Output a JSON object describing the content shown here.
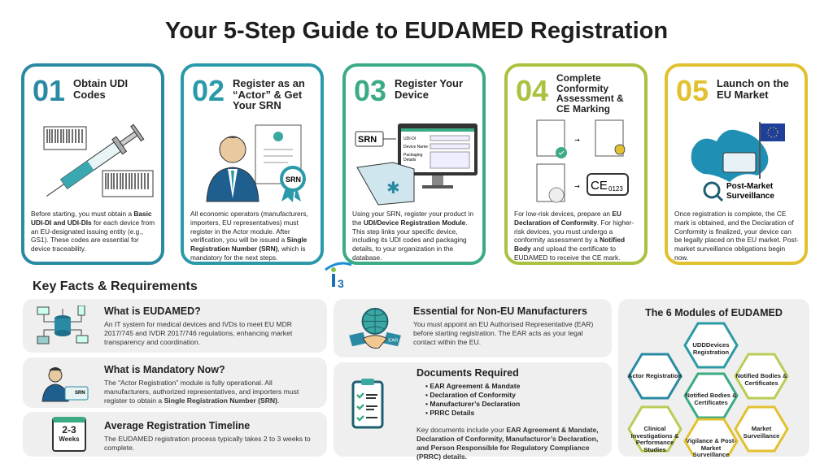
{
  "title": "Your 5-Step Guide to EUDAMED Registration",
  "steps": [
    {
      "num": "01",
      "title": "Obtain UDI Codes",
      "color": "#2b8aa3",
      "icon": "syringe-barcode-icon",
      "text_pre": "Before starting, you must obtain a ",
      "bold1": "Basic UDI-DI and UDI-DIs",
      "text_mid": " for each device from an EU-designated issuing entity (e.g., GS1). These codes are essential for device traceability.",
      "bold2": "",
      "text_post": ""
    },
    {
      "num": "02",
      "title": "Register as an “Actor” & Get Your SRN",
      "color": "#2a9aaa",
      "icon": "actor-certificate-icon",
      "badge": "SRN",
      "text_pre": "All economic operators (manufacturers, importers, EU representatives) must register in the Actor module. After verification, you will be issued a ",
      "bold1": "Single Registration Number (SRN)",
      "text_mid": ", which is mandatory for the next steps.",
      "bold2": "",
      "text_post": ""
    },
    {
      "num": "03",
      "title": "Register Your Device",
      "color": "#3aab82",
      "icon": "device-registration-icon",
      "srn": "SRN",
      "form_fields": [
        "UDI-DI",
        "Device Name",
        "Packaging Details"
      ],
      "text_pre": "Using your SRN, register your product in the ",
      "bold1": "UDI/Device Registration Module",
      "text_mid": ". This step links your specific device, including its UDI codes and packaging details, to your organization in the database.",
      "bold2": "",
      "text_post": ""
    },
    {
      "num": "04",
      "title": "Complete Conformity Assessment & CE Marking",
      "color": "#a9c23f",
      "icon": "conformity-documents-icon",
      "ce": "CE",
      "ce_num": "0123",
      "text_pre": "For low-risk devices, prepare an ",
      "bold1": "EU Declaration of Conformity",
      "text_mid": ". For higher-risk devices, you must undergo a conformity assessment by a ",
      "bold2": "Notified Body",
      "text_post": " and upload the certificate to EUDAMED to receive the CE mark."
    },
    {
      "num": "05",
      "title": "Launch on the EU Market",
      "color": "#e2c12f",
      "icon": "eu-map-flag-icon",
      "sub": "Post-Market Surveillance",
      "text_pre": "Once registration is complete, the CE mark is obtained, and the Declaration of Conformity is finalized, your device can be legally placed on the EU market. Post-market surveillance obligations begin now.",
      "bold1": "",
      "text_mid": "",
      "bold2": "",
      "text_post": ""
    }
  ],
  "logo_text": "i3",
  "key_facts": {
    "heading": "Key Facts & Requirements",
    "what_is": {
      "title": "What is EUDAMED?",
      "text": "An IT system for medical devices and IVDs to meet EU MDR 2017/745 and IVDR 2017/746 regulations, enhancing market transparency and coordination."
    },
    "mandatory": {
      "title": "What is Mandatory Now?",
      "text_pre": "The “Actor Registration” module is fully operational. All manufacturers, authorized representatives, and importers must register to obtain a ",
      "bold": "Single Registration Number (SRN)",
      "text_post": ".",
      "badge": "SRN"
    },
    "timeline": {
      "title": "Average Registration Timeline",
      "text": "The EUDAMED registration process typically takes 2 to 3 weeks to complete.",
      "cal_num": "2-3",
      "cal_unit": "Weeks"
    },
    "non_eu": {
      "title": "Essential for Non-EU Manufacturers",
      "text": "You must appoint an EU Authorised Representative (EAR) before starting registration. The EAR acts as your legal contact within the EU.",
      "badge": "EAR"
    },
    "documents": {
      "title": "Documents Required",
      "items": [
        "EAR Agreement & Mandate",
        "Declaration of Conformity",
        "Manufacturer’s Declaration",
        "PRRC Details"
      ],
      "text_pre": "Key documents include your ",
      "bold": "EAR Agreement & Mandate, Declaration of Conformity, Manufacturor’s Declaration, and Person Responsible for Regulatory Compliance (PRRC) details."
    }
  },
  "modules": {
    "title": "The 6 Modules of EUDAMED",
    "items": [
      "Actor Registration",
      "UDDDevices Registration",
      "Notified Bodies & Certificates",
      "Notified Bodies & Certificates",
      "Clinical Investigations & Performance Studies",
      "Market Surveillance",
      "Vigilance & Post-Market Surveillance"
    ]
  }
}
